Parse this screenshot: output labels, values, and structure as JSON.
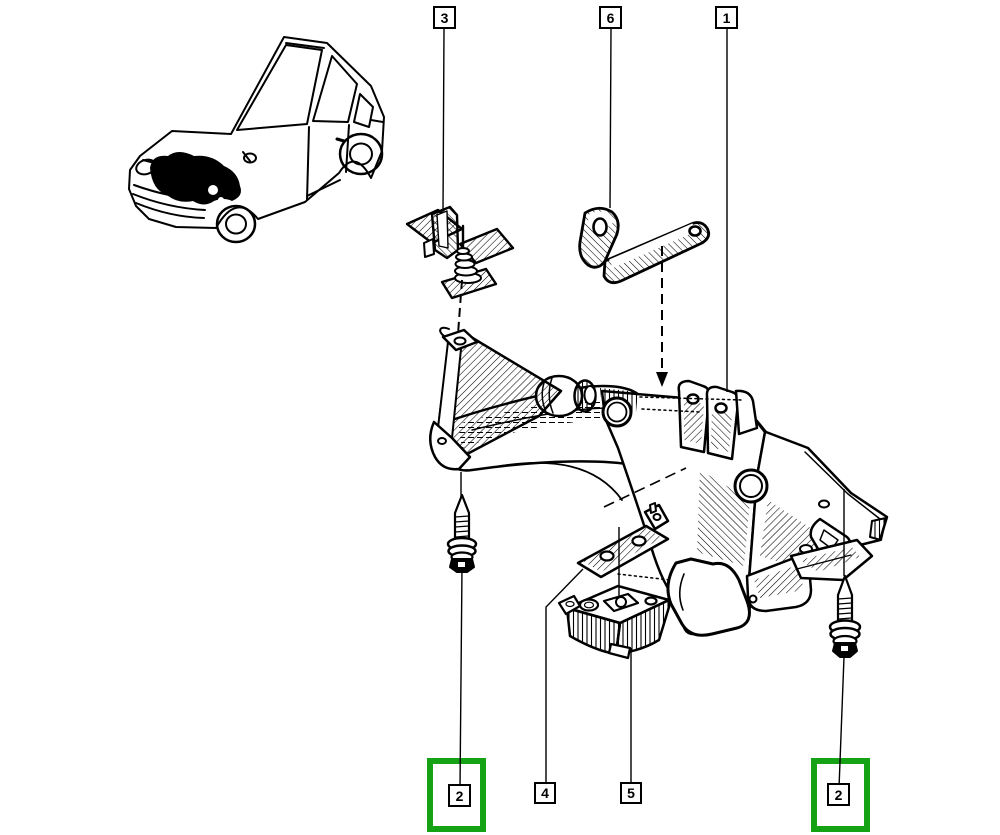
{
  "figure": {
    "kind": "exploded-parts-diagram",
    "description": "Black line-art exploded view of an engine mounting crossmember with numbered part callouts",
    "vehicle_thumbnail": "front three-quarter line drawing of a small 3-door hatchback with the engine bay area blacked out"
  },
  "callouts": {
    "top": [
      {
        "label": "3",
        "highlighted": false
      },
      {
        "label": "6",
        "highlighted": false
      },
      {
        "label": "1",
        "highlighted": false
      }
    ],
    "bottom": [
      {
        "label": "2",
        "highlighted": true
      },
      {
        "label": "4",
        "highlighted": false
      },
      {
        "label": "5",
        "highlighted": false
      },
      {
        "label": "2",
        "highlighted": true
      }
    ]
  },
  "colors": {
    "line": "#000000",
    "background": "#ffffff",
    "highlight": "#15a315"
  }
}
